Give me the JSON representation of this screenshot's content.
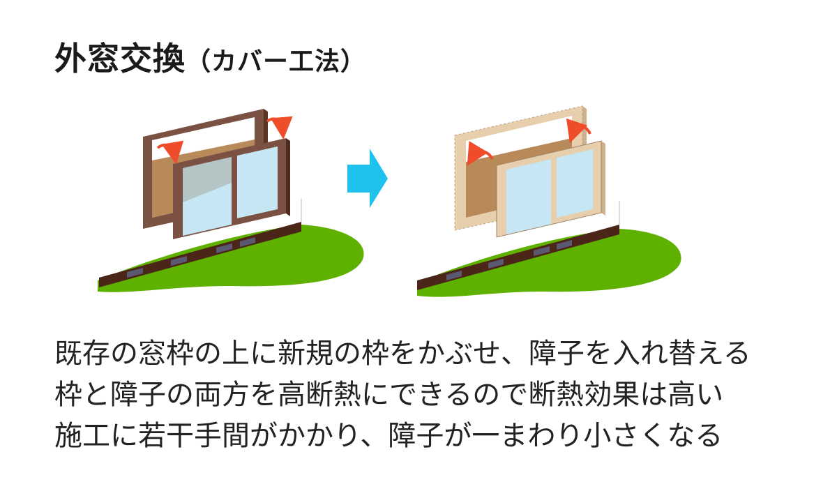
{
  "title": {
    "main": "外窓交換",
    "sub": "（カバー工法）"
  },
  "description": [
    "既存の窓枠の上に新規の枠をかぶせ、障子を入れ替える",
    "枠と障子の両方を高断熱にできるので断熱効果は高い",
    "施工に若干手間がかかり、障子が一まわり小さくなる"
  ],
  "colors": {
    "grass": "#5fb100",
    "wall_base": "#4a2518",
    "old_frame": "#7a5142",
    "new_frame": "#e7cfae",
    "glass": "#c5e6f2",
    "interior_wall": "#b88a5a",
    "arrow": "#1fc2ec",
    "curl_arrow": "#ef4c2c"
  }
}
